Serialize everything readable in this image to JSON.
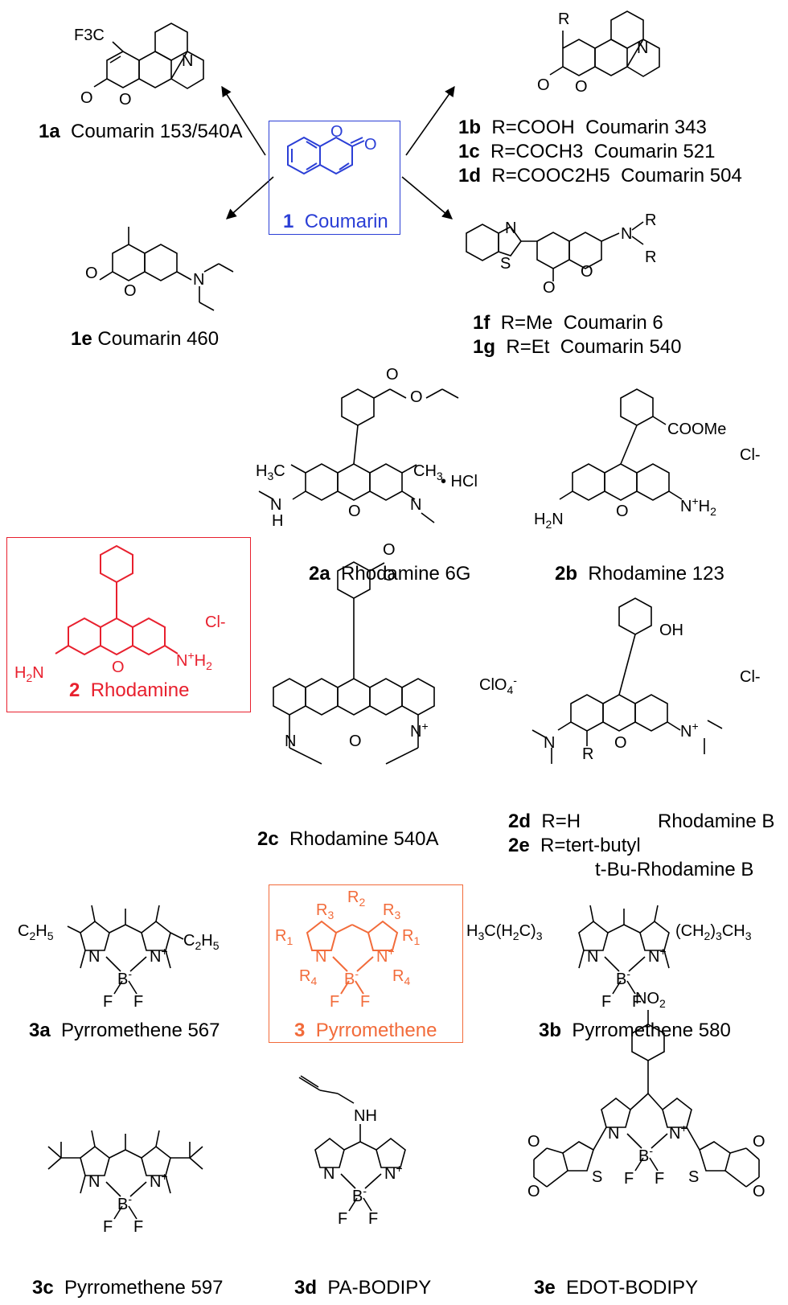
{
  "colors": {
    "coumarin": "#2b3fd6",
    "rhodamine": "#e8202e",
    "pyrromethene": "#f26b3a",
    "ink": "#000000"
  },
  "coumarin": {
    "core": {
      "num": "1",
      "name": "Coumarin"
    },
    "c1a": {
      "num": "1a",
      "name": "Coumarin 153/540A",
      "sub": "F3C"
    },
    "c1b": {
      "num": "1b",
      "r": "R=COOH",
      "name": "Coumarin 343"
    },
    "c1c": {
      "num": "1c",
      "r": "R=COCH3",
      "name": "Coumarin 521"
    },
    "c1d": {
      "num": "1d",
      "r": "R=COOC2H5",
      "name": "Coumarin 504"
    },
    "c1e": {
      "num": "1e",
      "name": "Coumarin 460"
    },
    "c1f": {
      "num": "1f",
      "r": "R=Me",
      "name": "Coumarin 6"
    },
    "c1g": {
      "num": "1g",
      "r": "R=Et",
      "name": "Coumarin 540"
    }
  },
  "rhodamine": {
    "core": {
      "num": "2",
      "name": "Rhodamine",
      "counter": "Cl-"
    },
    "r2a": {
      "num": "2a",
      "name": "Rhodamine 6G",
      "salt": "• HCl"
    },
    "r2b": {
      "num": "2b",
      "name": "Rhodamine 123",
      "counter": "Cl-",
      "ester": "COOMe"
    },
    "r2c": {
      "num": "2c",
      "name": "Rhodamine 540A",
      "counter": "ClO4-"
    },
    "r2d": {
      "num": "2d",
      "r": "R=H",
      "name": "Rhodamine B",
      "counter": "Cl-"
    },
    "r2e": {
      "num": "2e",
      "r": "R=tert-butyl",
      "name": "t-Bu-Rhodamine B"
    }
  },
  "pyrromethene": {
    "core": {
      "num": "3",
      "name": "Pyrromethene"
    },
    "p3a": {
      "num": "3a",
      "name": "Pyrromethene 567"
    },
    "p3b": {
      "num": "3b",
      "name": "Pyrromethene 580"
    },
    "p3c": {
      "num": "3c",
      "name": "Pyrromethene 597"
    },
    "p3d": {
      "num": "3d",
      "name": "PA-BODIPY"
    },
    "p3e": {
      "num": "3e",
      "name": "EDOT-BODIPY"
    }
  }
}
